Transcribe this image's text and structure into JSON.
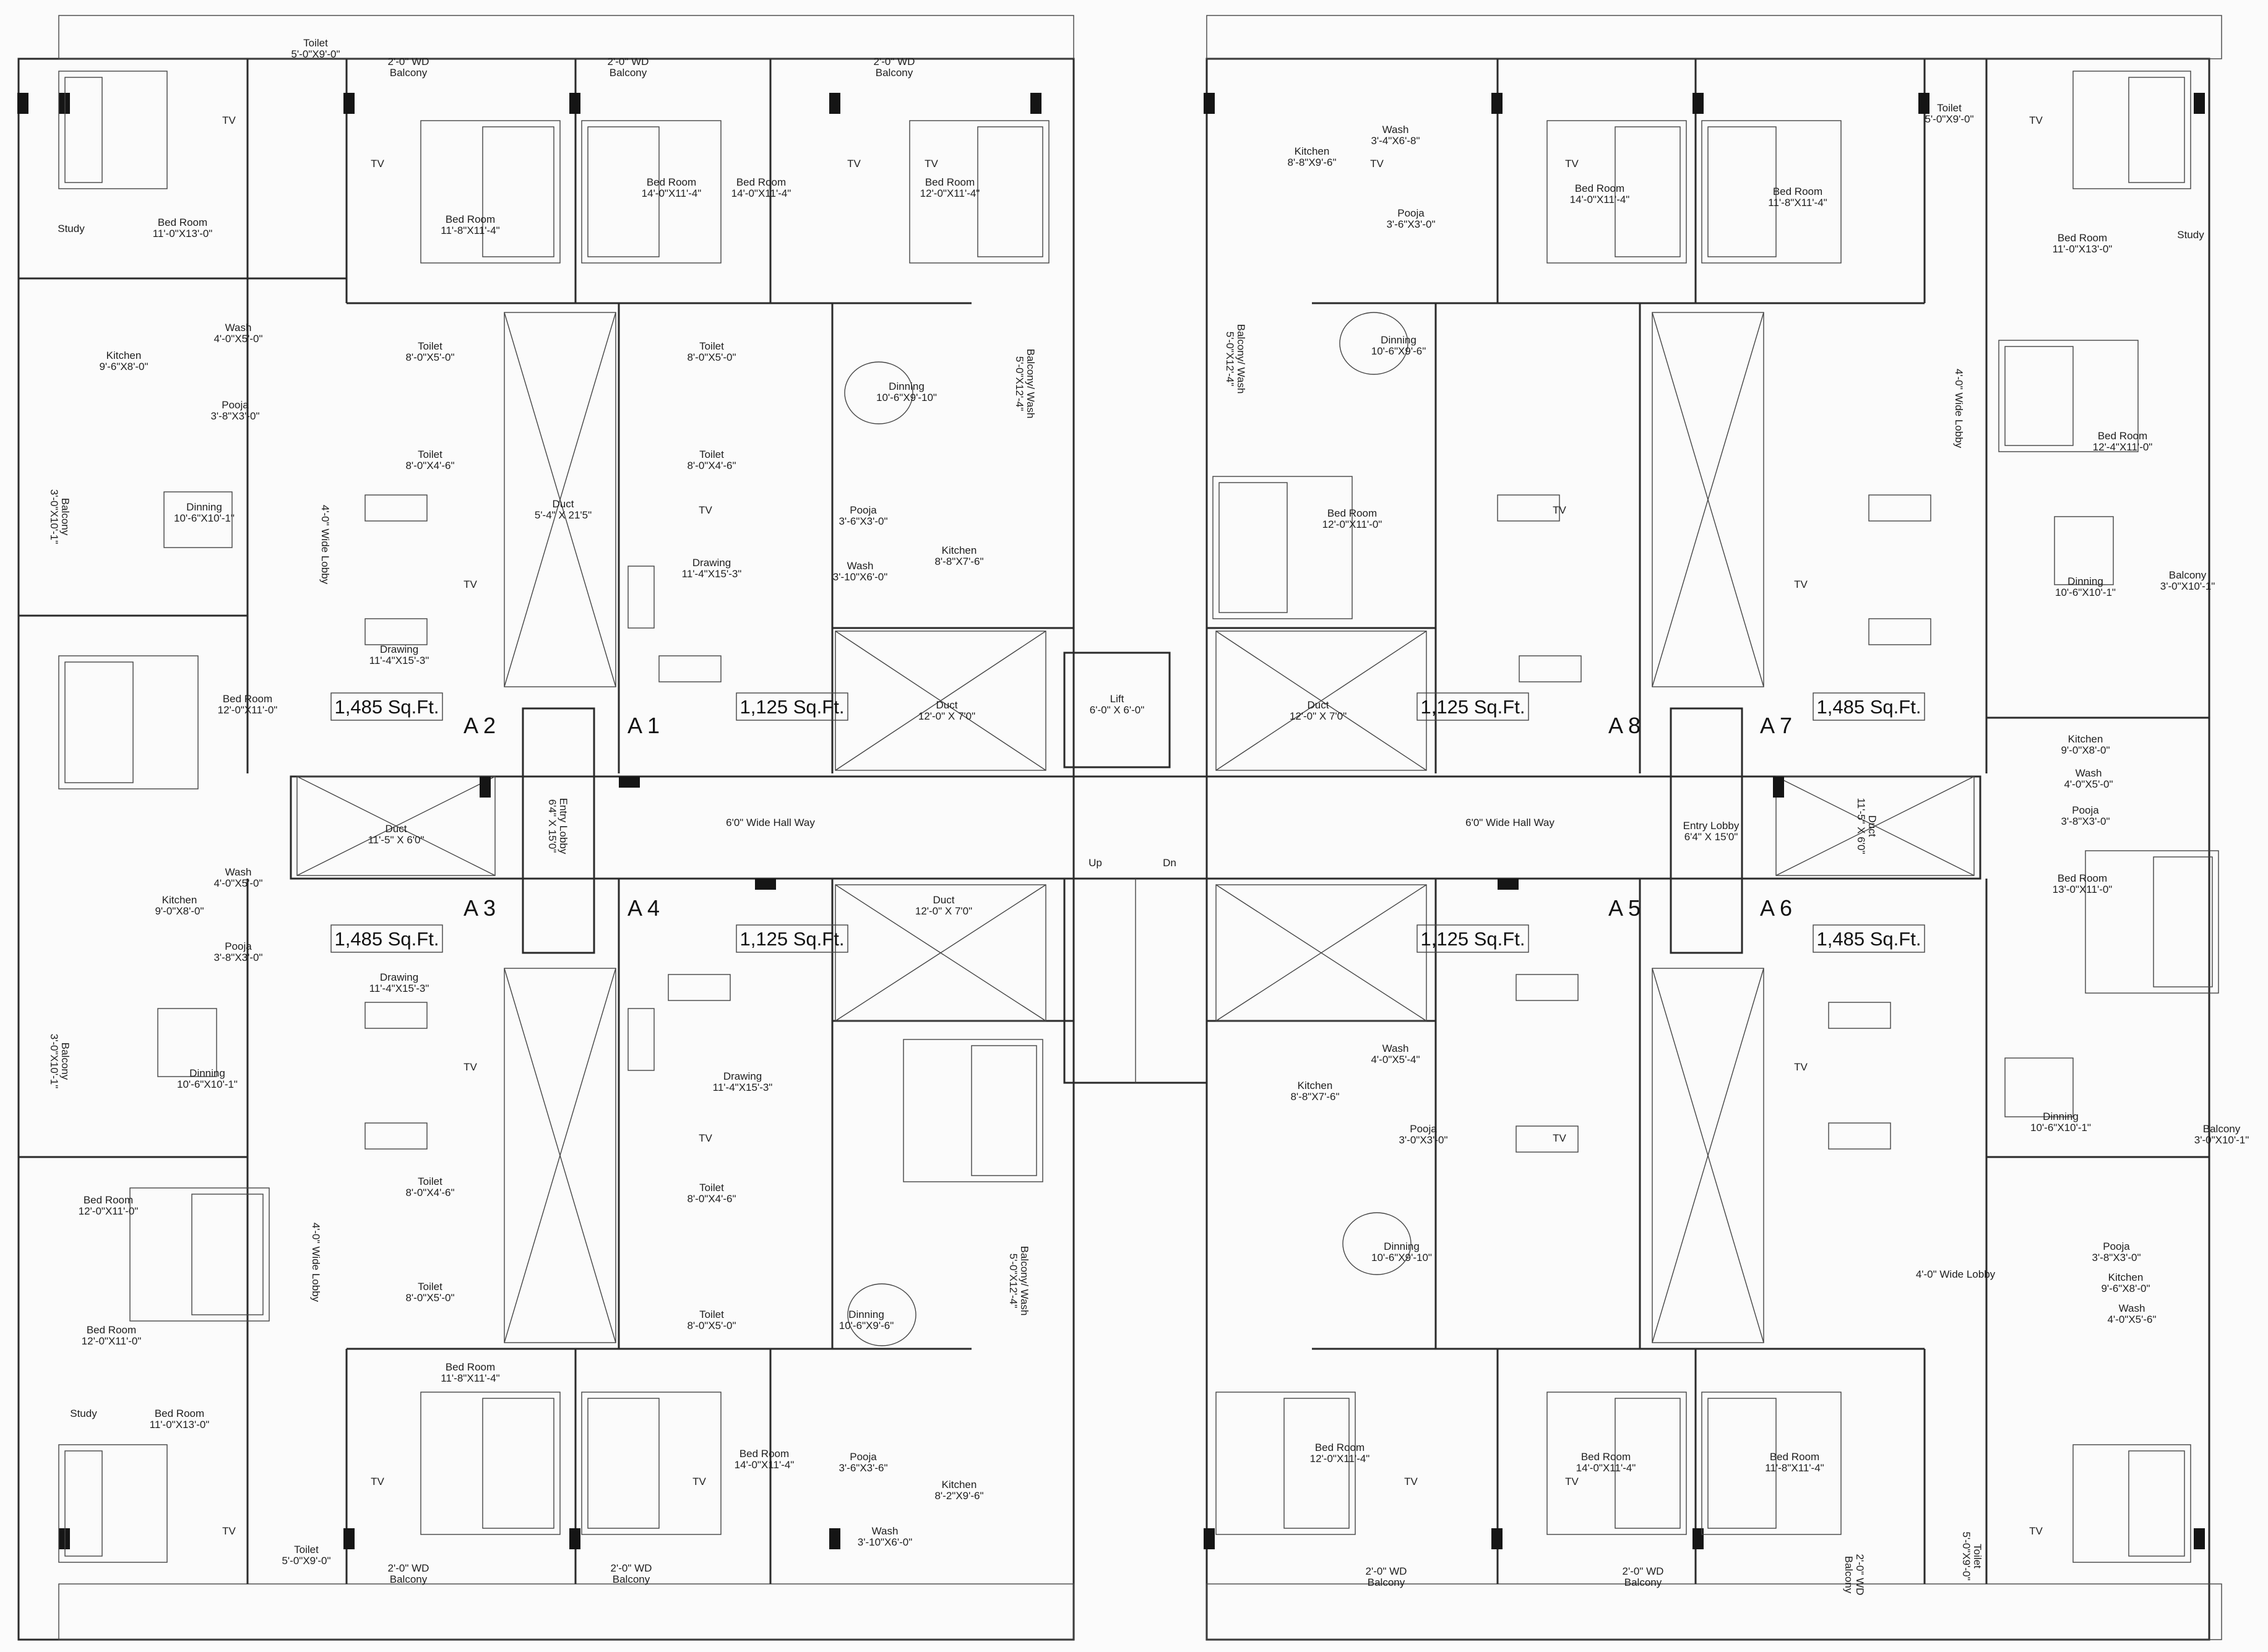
{
  "plan": {
    "units": [
      {
        "tag": "A 2",
        "area": "1,485 Sq.Ft."
      },
      {
        "tag": "A 1",
        "area": "1,125 Sq.Ft."
      },
      {
        "tag": "A 8",
        "area": "1,125 Sq.Ft."
      },
      {
        "tag": "A 7",
        "area": "1,485 Sq.Ft."
      },
      {
        "tag": "A 3",
        "area": "1,485 Sq.Ft."
      },
      {
        "tag": "A 4",
        "area": "1,125 Sq.Ft."
      },
      {
        "tag": "A 5",
        "area": "1,125 Sq.Ft."
      },
      {
        "tag": "A 6",
        "area": "1,485 Sq.Ft."
      }
    ],
    "rooms": [
      {
        "name": "Toilet",
        "size": "5'-0\"X9'-0\""
      },
      {
        "name": "Bed Room",
        "size": "11'-0\"X13'-0\""
      },
      {
        "name": "Study",
        "size": ""
      },
      {
        "name": "2'-0\" WD",
        "size": "Balcony"
      },
      {
        "name": "Bed Room",
        "size": "11'-8\"X11'-4\""
      },
      {
        "name": "2'-0\" WD",
        "size": "Balcony"
      },
      {
        "name": "Bed Room",
        "size": "14'-0\"X11'-4\""
      },
      {
        "name": "Bed Room",
        "size": "14'-0\"X11'-4\""
      },
      {
        "name": "2'-0\" WD",
        "size": "Balcony"
      },
      {
        "name": "Bed Room",
        "size": "12'-0\"X11'-4\""
      },
      {
        "name": "Wash",
        "size": "4'-0\"X5'-0\""
      },
      {
        "name": "Kitchen",
        "size": "9'-6\"X8'-0\""
      },
      {
        "name": "Pooja",
        "size": "3'-8\"X3'-0\""
      },
      {
        "name": "Toilet",
        "size": "8'-0\"X5'-0\""
      },
      {
        "name": "Toilet",
        "size": "8'-0\"X5'-0\""
      },
      {
        "name": "Toilet",
        "size": "8'-0\"X4'-6\""
      },
      {
        "name": "Toilet",
        "size": "8'-0\"X4'-6\""
      },
      {
        "name": "Duct",
        "size": "5'-4\" X 21'5\""
      },
      {
        "name": "Dinning",
        "size": "10'-6\"X9'-10\""
      },
      {
        "name": "Balcony/ Wash",
        "size": "5'-0\"X12'-4\""
      },
      {
        "name": "Dinning",
        "size": "10'-6\"X10'-1\""
      },
      {
        "name": "Balcony",
        "size": "3'-0\"X10'-1\""
      },
      {
        "name": "Pooja",
        "size": "3'-6\"X3'-0\""
      },
      {
        "name": "Wash",
        "size": "3'-10\"X6'-0\""
      },
      {
        "name": "Kitchen",
        "size": "8'-8\"X7'-6\""
      },
      {
        "name": "Drawing",
        "size": "11'-4\"X15'-3\""
      },
      {
        "name": "Drawing",
        "size": "11'-4\"X15'-3\""
      },
      {
        "name": "Bed Room",
        "size": "12'-0\"X11'-0\""
      },
      {
        "name": "Duct",
        "size": "12'-0\" X 7'0\""
      },
      {
        "name": "Lift",
        "size": "6'-0\" X 6'-0\""
      },
      {
        "name": "Duct",
        "size": "11'-5\" X 6'0\""
      },
      {
        "name": "Entry Lobby",
        "size": "6'4\" X 15'0\""
      },
      {
        "name": "6'0\" Wide Hall Way",
        "size": ""
      },
      {
        "name": "Up",
        "size": ""
      },
      {
        "name": "Dn",
        "size": ""
      },
      {
        "name": "Wash",
        "size": "4'-0\"X5'-0\""
      },
      {
        "name": "Kitchen",
        "size": "9'-0\"X8'-0\""
      },
      {
        "name": "Pooja",
        "size": "3'-8\"X3'-0\""
      },
      {
        "name": "Duct",
        "size": "12'-0\" X 7'0\""
      },
      {
        "name": "Drawing",
        "size": "11'-4\"X15'-3\""
      },
      {
        "name": "Drawing",
        "size": "11'-4\"X15'-3\""
      },
      {
        "name": "Balcony",
        "size": "3'-0\"X10'-1\""
      },
      {
        "name": "Dinning",
        "size": "10'-6\"X10'-1\""
      },
      {
        "name": "Bed Room",
        "size": "12'-0\"X11'-0\""
      },
      {
        "name": "Bed Room",
        "size": "12'-0\"X11'-0\""
      },
      {
        "name": "Toilet",
        "size": "8'-0\"X4'-6\""
      },
      {
        "name": "Toilet",
        "size": "8'-0\"X4'-6\""
      },
      {
        "name": "Toilet",
        "size": "8'-0\"X5'-0\""
      },
      {
        "name": "Toilet",
        "size": "8'-0\"X5'-0\""
      },
      {
        "name": "Dinning",
        "size": "10'-6\"X9'-6\""
      },
      {
        "name": "Balcony/ Wash",
        "size": "5'-0\"X12'-4\""
      },
      {
        "name": "Bed Room",
        "size": "11'-8\"X11'-4\""
      },
      {
        "name": "Bed Room",
        "size": "11'-0\"X13'-0\""
      },
      {
        "name": "Bed Room",
        "size": "14'-0\"X11'-4\""
      },
      {
        "name": "Pooja",
        "size": "3'-6\"X3'-6\""
      },
      {
        "name": "Kitchen",
        "size": "8'-2\"X9'-6\""
      },
      {
        "name": "Wash",
        "size": "3'-10\"X6'-0\""
      },
      {
        "name": "Toilet",
        "size": "5'-0\"X9'-0\""
      },
      {
        "name": "Study",
        "size": ""
      },
      {
        "name": "2'-0\" WD",
        "size": "Balcony"
      },
      {
        "name": "2'-0\" WD",
        "size": "Balcony"
      },
      {
        "name": "Kitchen",
        "size": "8'-8\"X9'-6\""
      },
      {
        "name": "Wash",
        "size": "3'-4\"X6'-8\""
      },
      {
        "name": "Pooja",
        "size": "3'-6\"X3'-0\""
      },
      {
        "name": "Bed Room",
        "size": "14'-0\"X11'-4\""
      },
      {
        "name": "Bed Room",
        "size": "11'-8\"X11'-4\""
      },
      {
        "name": "Toilet",
        "size": "5'-0\"X9'-0\""
      },
      {
        "name": "Bed Room",
        "size": "11'-0\"X13'-0\""
      },
      {
        "name": "Study",
        "size": ""
      },
      {
        "name": "Balcony/ Wash",
        "size": "5'-0\"X12'-4\""
      },
      {
        "name": "Dinning",
        "size": "10'-6\"X9'-6\""
      },
      {
        "name": "Bed Room",
        "size": "12'-0\"X11'-0\""
      },
      {
        "name": "Bed Room",
        "size": "12'-4\"X11'-0\""
      },
      {
        "name": "Dinning",
        "size": "10'-6\"X10'-1\""
      },
      {
        "name": "Balcony",
        "size": "3'-0\"X10'-1\""
      },
      {
        "name": "Kitchen",
        "size": "9'-0\"X8'-0\""
      },
      {
        "name": "Wash",
        "size": "4'-0\"X5'-0\""
      },
      {
        "name": "Pooja",
        "size": "3'-8\"X3'-0\""
      },
      {
        "name": "Duct",
        "size": "12'-0\" X 7'0\""
      },
      {
        "name": "Entry Lobby",
        "size": "6'4\" X 15'0\""
      },
      {
        "name": "Duct",
        "size": "11'-5\" X 6'0\""
      },
      {
        "name": "6'0\" Wide Hall Way",
        "size": ""
      },
      {
        "name": "Bed Room",
        "size": "13'-0\"X11'-0\""
      },
      {
        "name": "Kitchen",
        "size": "8'-8\"X7'-6\""
      },
      {
        "name": "Wash",
        "size": "4'-0\"X5'-4\""
      },
      {
        "name": "Pooja",
        "size": "3'-0\"X3'-0\""
      },
      {
        "name": "Dinning",
        "size": "10'-6\"X9'-10\""
      },
      {
        "name": "Bed Room",
        "size": "12'-0\"X11'-4\""
      },
      {
        "name": "Bed Room",
        "size": "14'-0\"X11'-4\""
      },
      {
        "name": "Bed Room",
        "size": "11'-8\"X11'-4\""
      },
      {
        "name": "Toilet",
        "size": "5'-0\"X9'-0\""
      },
      {
        "name": "Balcony",
        "size": "3'-0\"X10'-1\""
      },
      {
        "name": "Dinning",
        "size": "10'-6\"X10'-1\""
      },
      {
        "name": "Kitchen",
        "size": "9'-6\"X8'-0\""
      },
      {
        "name": "Wash",
        "size": "4'-0\"X5'-6\""
      },
      {
        "name": "Pooja",
        "size": "3'-8\"X3'-0\""
      },
      {
        "name": "2'-0\" WD",
        "size": "Balcony"
      },
      {
        "name": "2'-0\" WD",
        "size": "Balcony"
      },
      {
        "name": "2'-0\" WD",
        "size": "Balcony"
      },
      {
        "name": "4'-0\" Wide Lobby",
        "size": ""
      },
      {
        "name": "4'-0\" Wide Lobby",
        "size": ""
      },
      {
        "name": "4'-0\" Wide Lobby",
        "size": ""
      },
      {
        "name": "4'-0\" Wide Lobby",
        "size": ""
      }
    ],
    "fixture_labels": [
      "TV"
    ]
  }
}
